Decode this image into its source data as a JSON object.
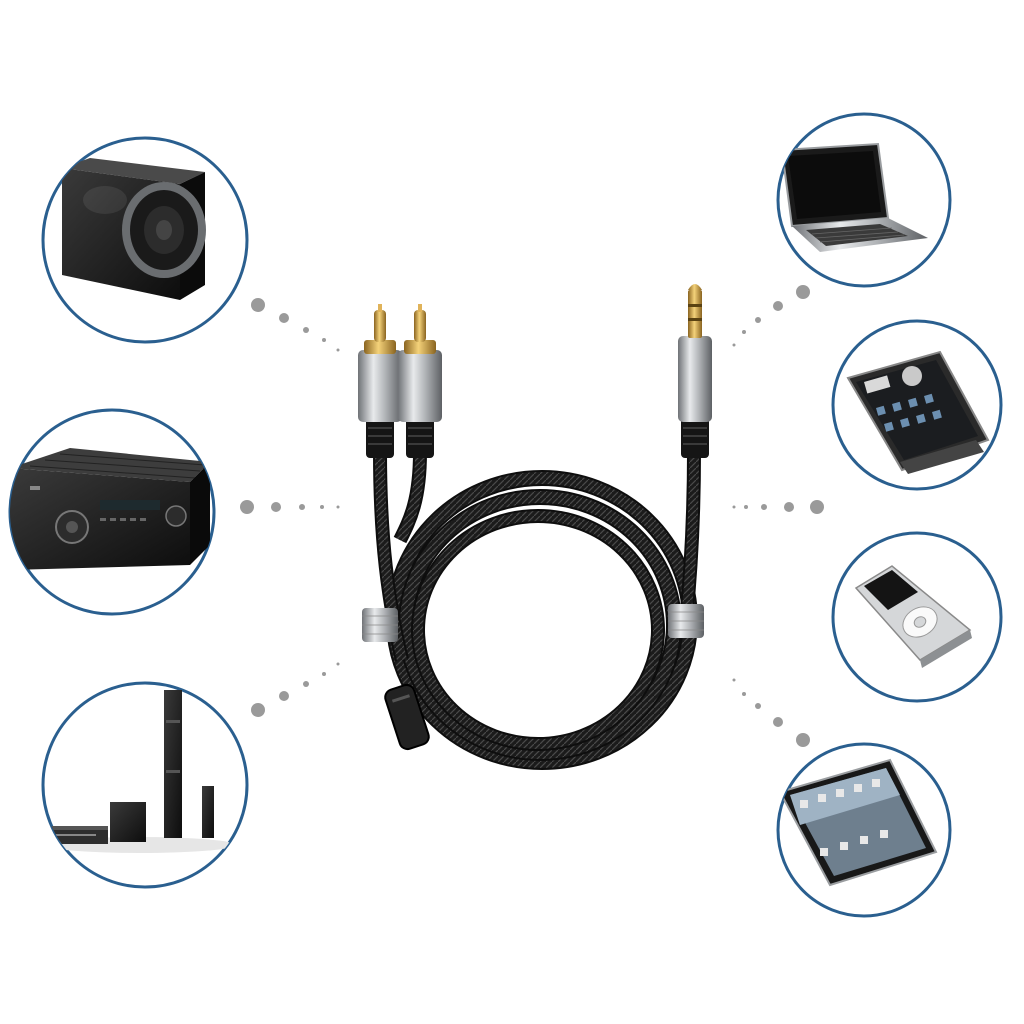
{
  "colors": {
    "background": "#ffffff",
    "ring": "#2a5f8f",
    "connector_dots": "#9a9a9a",
    "cable_braid": "#1c1c1c",
    "plug_metal": "#b8bbbf",
    "plug_gold": "#d4a640"
  },
  "devices": [
    {
      "name": "subwoofer",
      "side": "left"
    },
    {
      "name": "av-receiver",
      "side": "left"
    },
    {
      "name": "home-theater-speakers",
      "side": "left"
    },
    {
      "name": "laptop",
      "side": "right"
    },
    {
      "name": "smartphone",
      "side": "right"
    },
    {
      "name": "mp3-player",
      "side": "right"
    },
    {
      "name": "tablet",
      "side": "right"
    }
  ],
  "cable": {
    "type": "3.5mm-to-2-RCA",
    "plugs": [
      "rca-red",
      "rca-white",
      "aux-3.5mm"
    ]
  }
}
